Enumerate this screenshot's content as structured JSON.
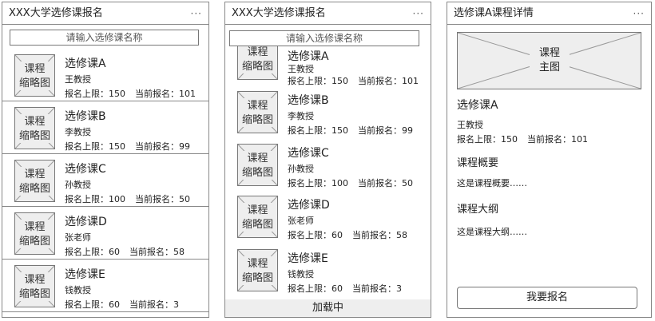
{
  "list_screen": {
    "title": "XXX大学选修课报名",
    "more": "···",
    "search_placeholder": "请输入选修课名称"
  },
  "scroll_screen": {
    "title": "XXX大学选修课报名",
    "more": "···",
    "search_placeholder": "请输入选修课名称",
    "loading": "加载中"
  },
  "thumb_label": [
    "课程",
    "缩略图"
  ],
  "limit_label": "报名上限：",
  "current_label": "当前报名：",
  "courses": [
    {
      "name": "选修课A",
      "teacher": "王教授",
      "limit": "150",
      "current": "101"
    },
    {
      "name": "选修课B",
      "teacher": "李教授",
      "limit": "150",
      "current": "99"
    },
    {
      "name": "选修课C",
      "teacher": "孙教授",
      "limit": "100",
      "current": "50"
    },
    {
      "name": "选修课D",
      "teacher": "张老师",
      "limit": "60",
      "current": "58"
    },
    {
      "name": "选修课E",
      "teacher": "钱教授",
      "limit": "60",
      "current": "3"
    }
  ],
  "detail_screen": {
    "title": "选修课A课程详情",
    "more": "···",
    "image_label": [
      "课程",
      "主图"
    ],
    "name": "选修课A",
    "teacher": "王教授",
    "limit": "150",
    "current": "101",
    "summary_heading": "课程概要",
    "summary": "这是课程概要……",
    "outline_heading": "课程大纲",
    "outline": "这是课程大纲……",
    "enroll_button": "我要报名"
  }
}
